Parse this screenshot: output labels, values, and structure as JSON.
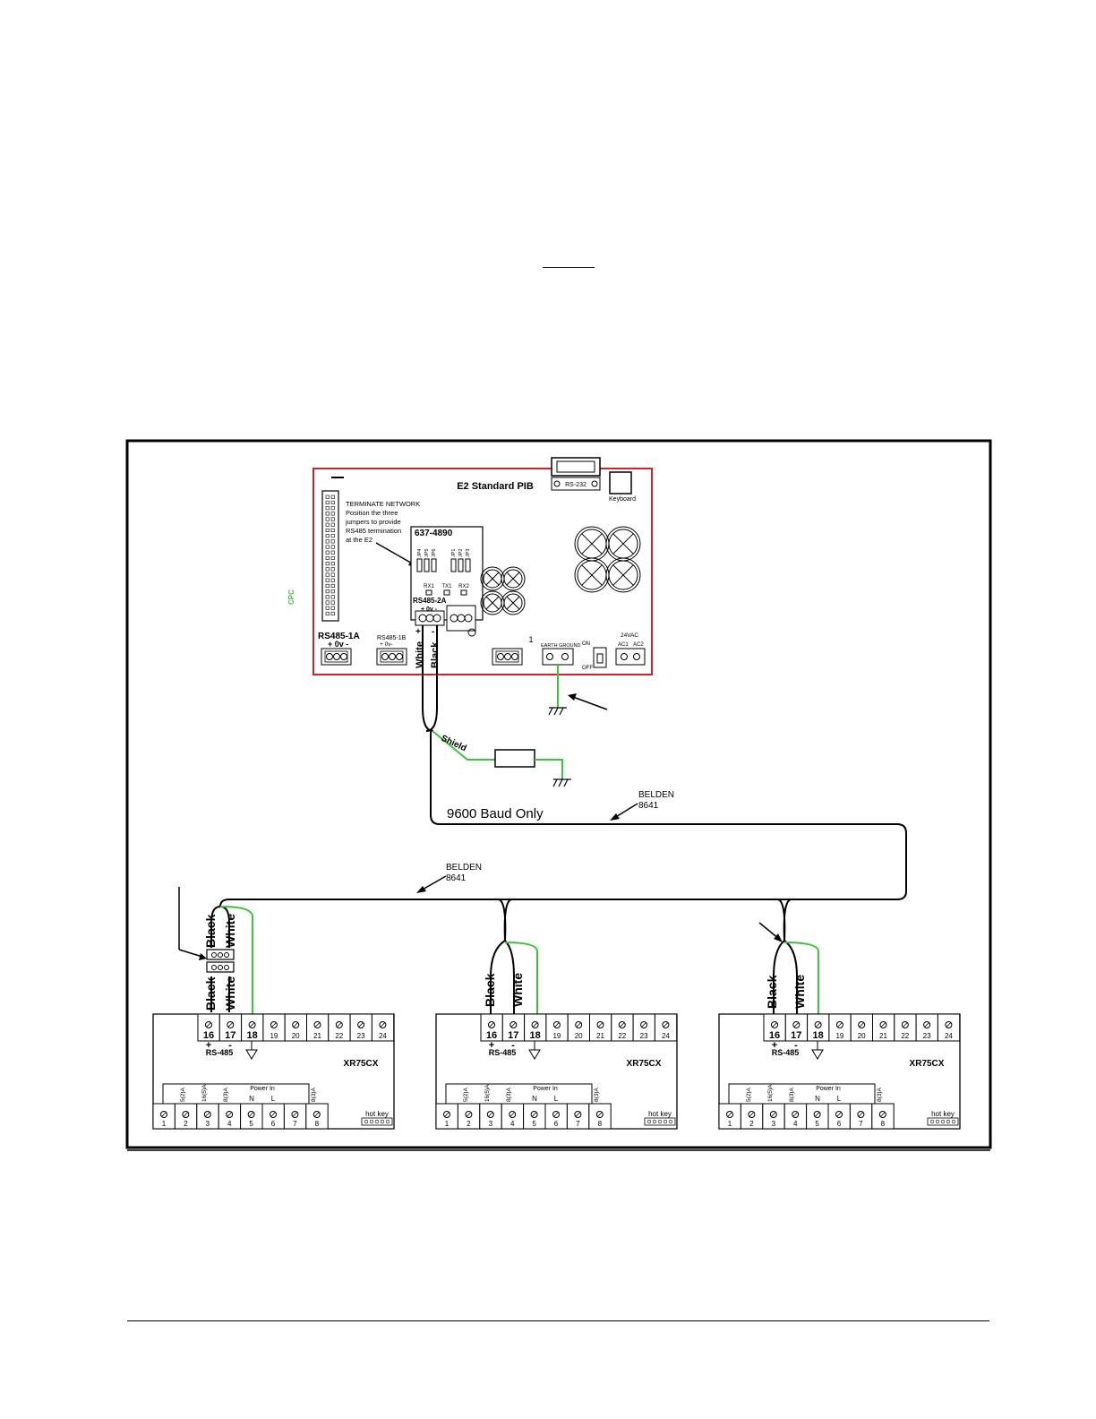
{
  "pib": {
    "title": "E2 Standard PIB",
    "rs232_label": "RS-232",
    "keyboard_label": "Keyboard",
    "terminate_note": [
      "TERMINATE NETWORK",
      "Position the three",
      "jumpers to provide",
      "RS485 termination",
      "at the E2"
    ],
    "card_part_number": "637-4890",
    "jumper_labels": [
      "JP4",
      "JP5",
      "JP6",
      "JP1",
      "JP2",
      "JP3"
    ],
    "led_labels": [
      "RX1",
      "TX1",
      "RX2"
    ],
    "rs485_2a_label": "RS485-2A",
    "rs485_2a_polarity": "+ 0v -",
    "rs485_1a_label": "RS485-1A",
    "rs485_1a_polarity": "+ 0v -",
    "rs485_1b_label": "RS485-1B",
    "rs485_1b_polarity": "+ 0v-",
    "earth_ground_label": "EARTH GROUND",
    "on_label": "ON",
    "off_label": "OFF",
    "power_label": "24VAC",
    "ac_labels": [
      "AC1",
      "AC2"
    ],
    "one_label": "1"
  },
  "wiring": {
    "white_label": "White",
    "black_label": "Black",
    "plus_label": "+",
    "minus_label": "-",
    "shield_label": "Shield",
    "baud_note": "9600 Baud Only",
    "belden_upper": [
      "BELDEN",
      "8641"
    ],
    "belden_lower": [
      "BELDEN",
      "8641"
    ]
  },
  "controllers": [
    {
      "model": "XR75CX",
      "top_terminals": [
        "16",
        "17",
        "18",
        "19",
        "20",
        "21",
        "22",
        "23",
        "24"
      ],
      "bottom_terminals": [
        "1",
        "2",
        "3",
        "4",
        "5",
        "6",
        "7",
        "8"
      ],
      "rs485_label": "RS-485",
      "power_in_label": "Power In",
      "relay_labels": [
        "5(2)A",
        "16(5)A",
        "8(3)A",
        "8(3)A"
      ],
      "n_label": "N",
      "l_label": "L",
      "hot_key_label": "hot key"
    },
    {
      "model": "XR75CX",
      "top_terminals": [
        "16",
        "17",
        "18",
        "19",
        "20",
        "21",
        "22",
        "23",
        "24"
      ],
      "bottom_terminals": [
        "1",
        "2",
        "3",
        "4",
        "5",
        "6",
        "7",
        "8"
      ],
      "rs485_label": "RS-485",
      "power_in_label": "Power In",
      "relay_labels": [
        "5(2)A",
        "16(5)A",
        "8(3)A",
        "8(3)A"
      ],
      "n_label": "N",
      "l_label": "L",
      "hot_key_label": "hot key"
    },
    {
      "model": "XR75CX",
      "top_terminals": [
        "16",
        "17",
        "18",
        "19",
        "20",
        "21",
        "22",
        "23",
        "24"
      ],
      "bottom_terminals": [
        "1",
        "2",
        "3",
        "4",
        "5",
        "6",
        "7",
        "8"
      ],
      "rs485_label": "RS-485",
      "power_in_label": "Power In",
      "relay_labels": [
        "5(2)A",
        "16(5)A",
        "8(3)A",
        "8(3)A"
      ],
      "n_label": "N",
      "l_label": "L",
      "hot_key_label": "hot key"
    }
  ],
  "colors": {
    "board_outline": "#d42026",
    "shield_wire": "#3cc43c",
    "ink": "#000000"
  }
}
